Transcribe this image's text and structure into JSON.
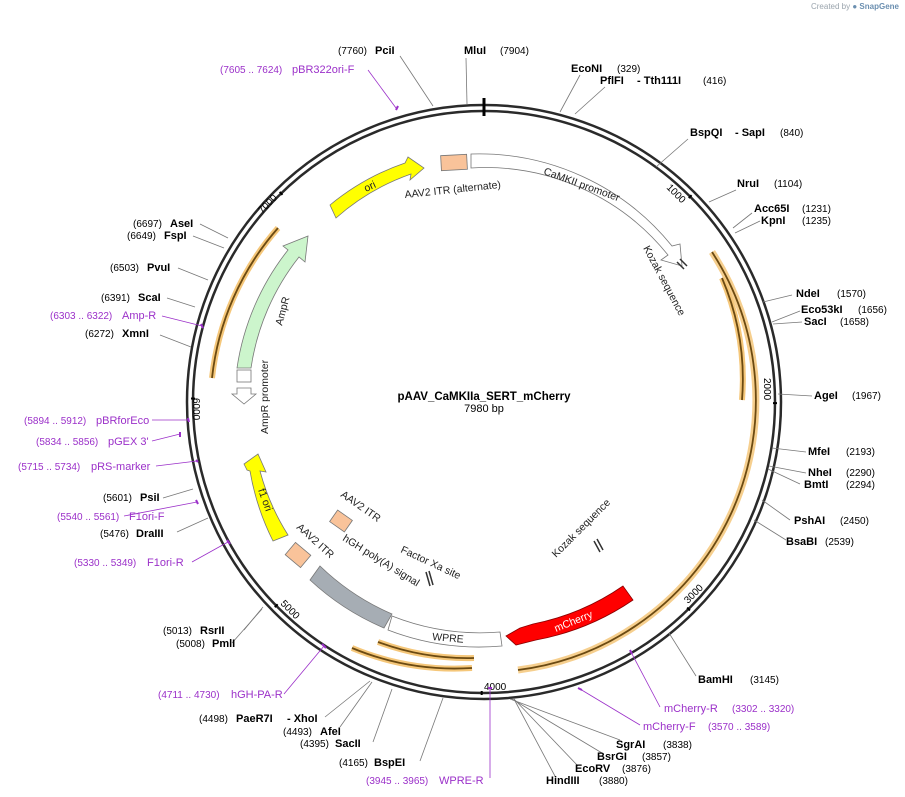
{
  "header": {
    "created_by": "Created by",
    "brand": "SnapGene"
  },
  "plasmid": {
    "name": "pAAV_CaMKIIa_SERT_mCherry",
    "length_label": "7980 bp",
    "length": 7980
  },
  "ticks": [
    "1000",
    "2000",
    "3000",
    "4000",
    "5000",
    "6000",
    "7000"
  ],
  "sites": [
    {
      "name": "PciI",
      "pos": "(7760)",
      "side": "left"
    },
    {
      "name": "MluI",
      "pos": "(7904)",
      "side": "right"
    },
    {
      "name": "EcoNI",
      "pos": "(329)",
      "side": "right"
    },
    {
      "name": "PflFI",
      "pos": "- Tth111I",
      "pos2": "(416)",
      "side": "right"
    },
    {
      "name": "BspQI",
      "pos": "- SapI",
      "pos2": "(840)",
      "side": "right"
    },
    {
      "name": "NruI",
      "pos": "(1104)",
      "side": "right"
    },
    {
      "name": "Acc65I",
      "pos": "(1231)",
      "side": "right"
    },
    {
      "name": "KpnI",
      "pos": "(1235)",
      "side": "right"
    },
    {
      "name": "NdeI",
      "pos": "(1570)",
      "side": "right"
    },
    {
      "name": "Eco53kI",
      "pos": "(1656)",
      "side": "right"
    },
    {
      "name": "SacI",
      "pos": "(1658)",
      "side": "right"
    },
    {
      "name": "AgeI",
      "pos": "(1967)",
      "side": "right"
    },
    {
      "name": "MfeI",
      "pos": "(2193)",
      "side": "right"
    },
    {
      "name": "NheI",
      "pos": "(2290)",
      "side": "right"
    },
    {
      "name": "BmtI",
      "pos": "(2294)",
      "side": "right"
    },
    {
      "name": "PshAI",
      "pos": "(2450)",
      "side": "right"
    },
    {
      "name": "BsaBI",
      "pos": "(2539)",
      "side": "right"
    },
    {
      "name": "BamHI",
      "pos": "(3145)",
      "side": "right"
    },
    {
      "name": "SgrAI",
      "pos": "(3838)",
      "side": "right"
    },
    {
      "name": "BsrGI",
      "pos": "(3857)",
      "side": "right"
    },
    {
      "name": "EcoRV",
      "pos": "(3876)",
      "side": "right"
    },
    {
      "name": "HindIII",
      "pos": "(3880)",
      "side": "right"
    },
    {
      "name": "BspEI",
      "pos": "(4165)",
      "side": "left"
    },
    {
      "name": "SacII",
      "pos": "(4395)",
      "side": "left"
    },
    {
      "name": "AfeI",
      "pos": "(4493)",
      "side": "left"
    },
    {
      "name": "PaeR7I",
      "pos": "(4498)",
      "extra": "- XhoI",
      "side": "left"
    },
    {
      "name": "PmlI",
      "pos": "(5008)",
      "side": "left"
    },
    {
      "name": "RsrII",
      "pos": "(5013)",
      "side": "left"
    },
    {
      "name": "DraIII",
      "pos": "(5476)",
      "side": "left"
    },
    {
      "name": "PsiI",
      "pos": "(5601)",
      "side": "left"
    },
    {
      "name": "XmnI",
      "pos": "(6272)",
      "side": "left"
    },
    {
      "name": "ScaI",
      "pos": "(6391)",
      "side": "left"
    },
    {
      "name": "PvuI",
      "pos": "(6503)",
      "side": "left"
    },
    {
      "name": "FspI",
      "pos": "(6649)",
      "side": "left"
    },
    {
      "name": "AseI",
      "pos": "(6697)",
      "side": "left"
    }
  ],
  "primers": [
    {
      "range": "(7605 .. 7624)",
      "name": "pBR322ori-F"
    },
    {
      "range": "(6303 .. 6322)",
      "name": "Amp-R"
    },
    {
      "range": "(5894 .. 5912)",
      "name": "pBRforEco"
    },
    {
      "range": "(5834 .. 5856)",
      "name": "pGEX 3'"
    },
    {
      "range": "(5715 .. 5734)",
      "name": "pRS-marker"
    },
    {
      "range": "(5540 .. 5561)",
      "name": "F1ori-F"
    },
    {
      "range": "(5330 .. 5349)",
      "name": "F1ori-R"
    },
    {
      "range": "(4711 .. 4730)",
      "name": "hGH-PA-R"
    },
    {
      "range": "(3945 .. 3965)",
      "name": "WPRE-R"
    },
    {
      "range": "(3302 .. 3320)",
      "name": "mCherry-R"
    },
    {
      "range": "(3570 .. 3589)",
      "name": "mCherry-F"
    }
  ],
  "features": {
    "ori": "ori",
    "aav2_itr_alt": "AAV2 ITR (alternate)",
    "camkii": "CaMKII promoter",
    "kozak1": "Kozak sequence",
    "ampr": "AmpR",
    "ampr_promoter": "AmpR promoter",
    "f1_ori": "f1 ori",
    "aav2_itr_1": "AAV2 ITR",
    "aav2_itr_2": "AAV2 ITR",
    "hgh_polya": "hGH poly(A) signal",
    "factor_xa": "Factor Xa site",
    "kozak2": "Kozak sequence",
    "mcherry": "mCherry",
    "wpre": "WPRE"
  },
  "colors": {
    "backbone": "#2a2a2a",
    "ori": "#ffff00",
    "itr": "#f9c39a",
    "promoter": "#ffffff",
    "ampr": "#ccf5cc",
    "mcherry": "#ff0000",
    "polya": "#a6adb4",
    "orf_glow": "#f5c77a",
    "primer": "#9b30c9"
  }
}
